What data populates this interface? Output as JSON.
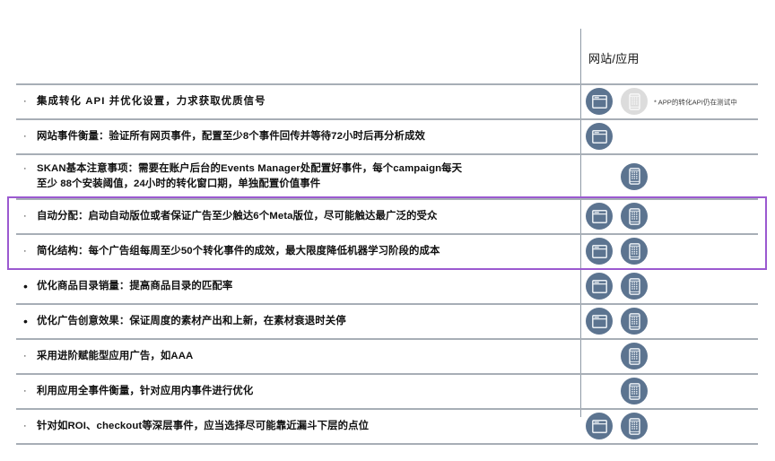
{
  "column_header": {
    "label": "网站/应用"
  },
  "footnote": {
    "text": "* APP的转化API仍在测试中"
  },
  "colors": {
    "icon_active": "#5c7490",
    "icon_disabled": "#dcdcdc",
    "row_rule": "#a7aeb6",
    "highlight_border": "#9b59d0",
    "text": "#111111"
  },
  "icons": {
    "web": "browser-window-icon",
    "app": "mobile-phone-icon"
  },
  "rows": [
    {
      "bullet": "·",
      "lines": [
        "集成转化 API 并优化设置，力求获取优质信号"
      ],
      "spaced": true,
      "big_bullet": false,
      "web": "on",
      "app": "off",
      "footnote": true,
      "highlighted": false
    },
    {
      "bullet": "·",
      "lines": [
        "网站事件衡量：验证所有网页事件，配置至少8个事件回传并等待72小时后再分析成效"
      ],
      "spaced": false,
      "big_bullet": false,
      "web": "on",
      "app": "none",
      "footnote": false,
      "highlighted": false
    },
    {
      "bullet": "·",
      "lines": [
        "SKAN基本注意事项：需要在账户后台的Events Manager处配置好事件，每个campaign每天",
        "至少 88个安装阈值，24小时的转化窗口期，单独配置价值事件"
      ],
      "spaced": false,
      "big_bullet": false,
      "web": "none",
      "app": "on",
      "footnote": false,
      "highlighted": false
    },
    {
      "bullet": "·",
      "lines": [
        "自动分配：启动自动版位或者保证广告至少触达6个Meta版位，尽可能触达最广泛的受众"
      ],
      "spaced": false,
      "big_bullet": false,
      "web": "on",
      "app": "on",
      "footnote": false,
      "highlighted": true
    },
    {
      "bullet": "·",
      "lines": [
        "简化结构：每个广告组每周至少50个转化事件的成效，最大限度降低机器学习阶段的成本"
      ],
      "spaced": false,
      "big_bullet": false,
      "web": "on",
      "app": "on",
      "footnote": false,
      "highlighted": true
    },
    {
      "bullet": "•",
      "lines": [
        "优化商品目录销量：提高商品目录的匹配率"
      ],
      "spaced": false,
      "big_bullet": true,
      "web": "on",
      "app": "on",
      "footnote": false,
      "highlighted": false
    },
    {
      "bullet": "•",
      "lines": [
        "优化广告创意效果：保证周度的素材产出和上新，在素材衰退时关停"
      ],
      "spaced": false,
      "big_bullet": true,
      "web": "on",
      "app": "on",
      "footnote": false,
      "highlighted": false
    },
    {
      "bullet": "·",
      "lines": [
        "采用进阶赋能型应用广告，如AAA"
      ],
      "spaced": false,
      "big_bullet": false,
      "web": "none",
      "app": "on",
      "footnote": false,
      "highlighted": false
    },
    {
      "bullet": "·",
      "lines": [
        "利用应用全事件衡量，针对应用内事件进行优化"
      ],
      "spaced": false,
      "big_bullet": false,
      "web": "none",
      "app": "on",
      "footnote": false,
      "highlighted": false
    },
    {
      "bullet": "·",
      "lines": [
        "针对如ROI、checkout等深层事件，应当选择尽可能靠近漏斗下层的点位"
      ],
      "spaced": false,
      "big_bullet": false,
      "web": "on",
      "app": "on",
      "footnote": false,
      "highlighted": false
    }
  ]
}
